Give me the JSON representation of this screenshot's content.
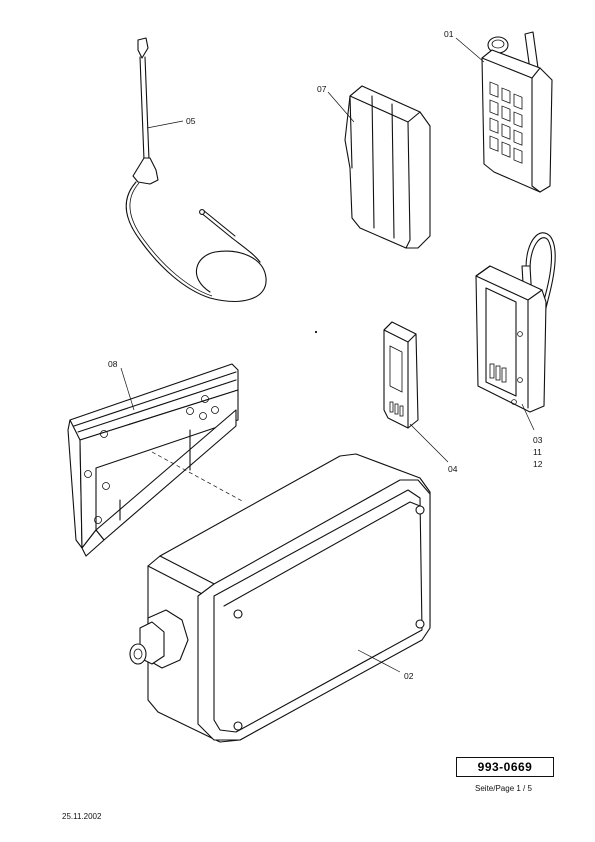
{
  "drawing": {
    "callouts": {
      "c01": "01",
      "c02": "02",
      "c03": "03",
      "c11": "11",
      "c12": "12",
      "c04": "04",
      "c05": "05",
      "c07": "07",
      "c08": "08"
    }
  },
  "title_block": {
    "part_number": "993-0669",
    "page_indicator": "Seite/Page 1 / 5",
    "date": "25.11.2002"
  }
}
